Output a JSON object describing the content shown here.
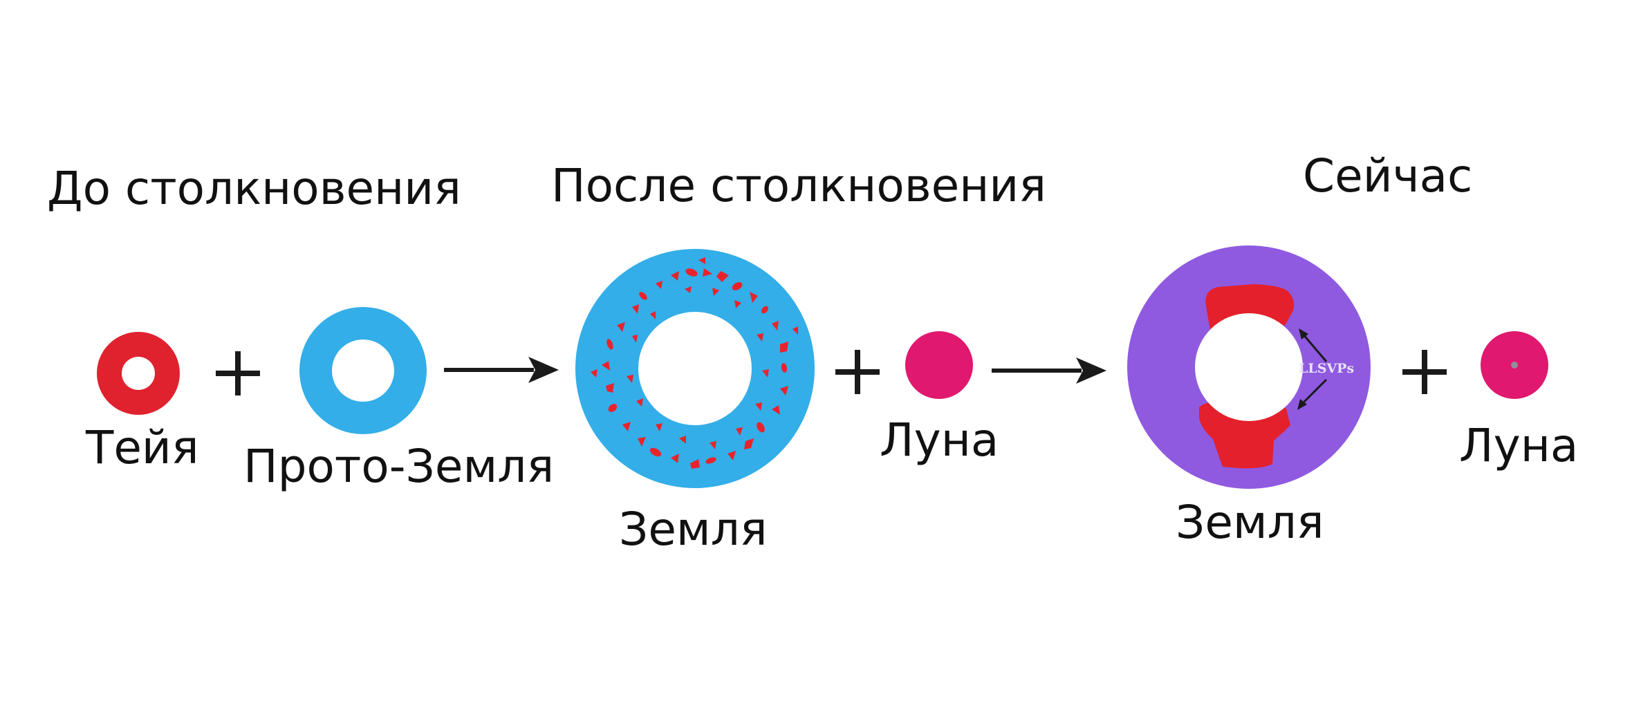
{
  "headings": {
    "before": "До столкновения",
    "after": "После столкновения",
    "now": "Сейчас"
  },
  "labels": {
    "theia": "Тейя",
    "proto_earth": "Прото-Земля",
    "earth_after": "Земля",
    "moon_after": "Луна",
    "earth_now": "Земля",
    "moon_now": "Луна",
    "llsvps": "LLSVPs"
  },
  "colors": {
    "theia_red": "#e0222e",
    "proto_blue": "#33aee8",
    "fragment_red": "#e8232c",
    "moon_magenta": "#e0186f",
    "earth_now_purple": "#8f5ae0",
    "llsvp_red": "#e3202b",
    "arrow_black": "#1a1a1a"
  },
  "icons": {
    "plus": "plus-sign",
    "arrow": "right-arrow"
  }
}
